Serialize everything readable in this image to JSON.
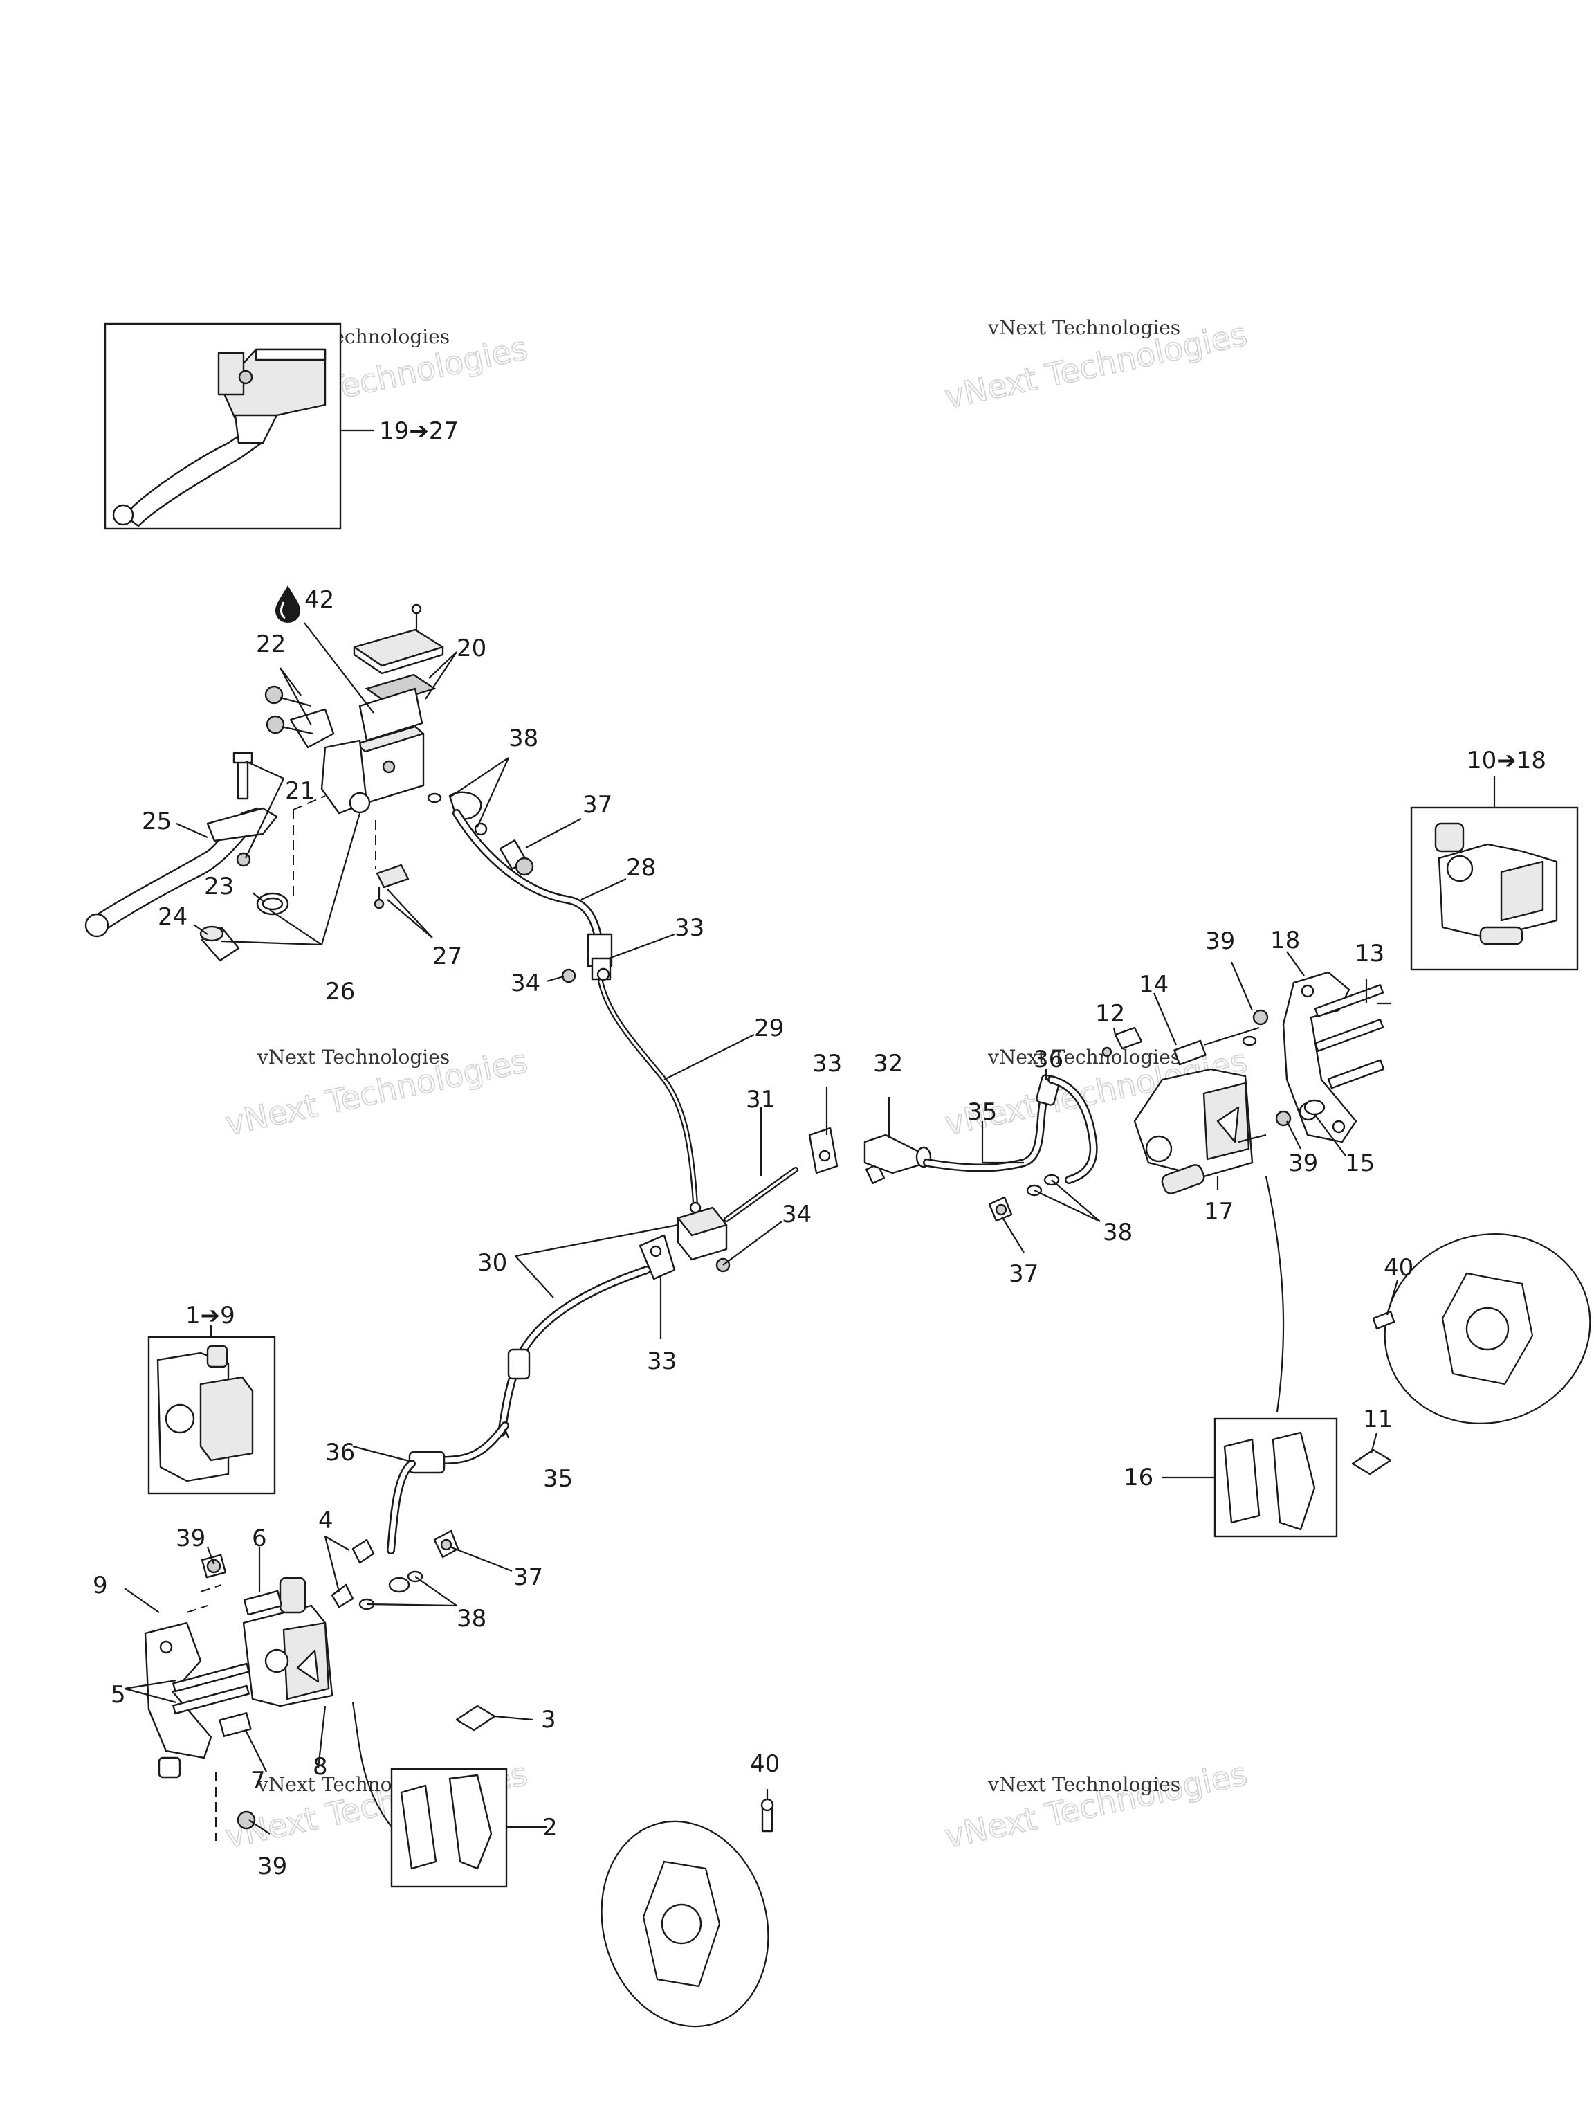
{
  "watermark": {
    "line1": "vNext Technologies",
    "line2": "vNext Technologies"
  },
  "callouts": {
    "c19_27": "19➔27",
    "c42": "42",
    "c20": "20",
    "c22": "22",
    "c38a": "38",
    "c21": "21",
    "c37a": "37",
    "c25": "25",
    "c28": "28",
    "c23": "23",
    "c24": "24",
    "c27": "27",
    "c26": "26",
    "c33a": "33",
    "c34a": "34",
    "c29": "29",
    "c10_18": "10➔18",
    "c18": "18",
    "c39a": "39",
    "c13": "13",
    "c14": "14",
    "c12": "12",
    "c36a": "36",
    "c33b": "33",
    "c32": "32",
    "c31": "31",
    "c35a": "35",
    "c39b": "39",
    "c15": "15",
    "c17": "17",
    "c38b": "38",
    "c37b": "37",
    "c34b": "34",
    "c30": "30",
    "c33c": "33",
    "c1_9": "1➔9",
    "c40a": "40",
    "c11": "11",
    "c16": "16",
    "c36b": "36",
    "c35b": "35",
    "c39c": "39",
    "c6": "6",
    "c4": "4",
    "c9": "9",
    "c37c": "37",
    "c38c": "38",
    "c5": "5",
    "c3": "3",
    "c7": "7",
    "c8": "8",
    "c40b": "40",
    "c2": "2",
    "c39d": "39"
  },
  "icons": {
    "fluid": "fluid-drop-icon",
    "arrow": "range-arrow"
  }
}
